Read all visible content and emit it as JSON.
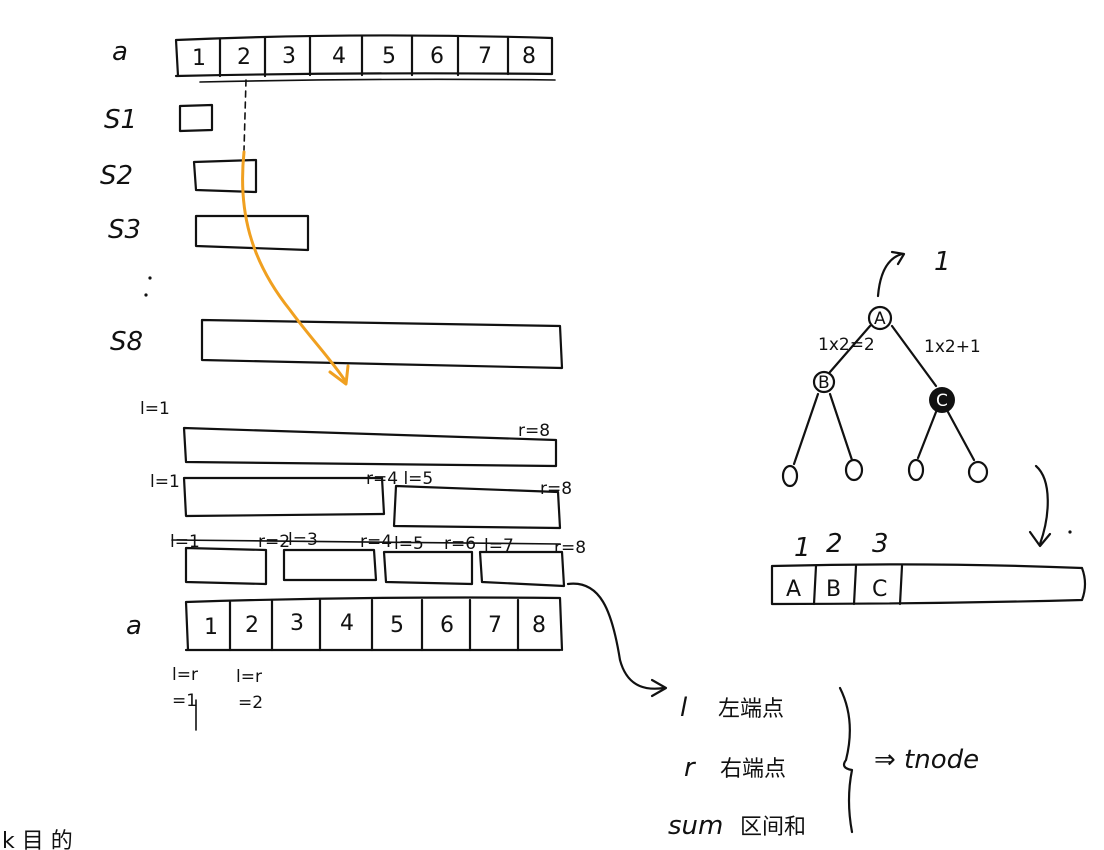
{
  "top_array": {
    "name": "a",
    "cells": [
      "1",
      "2",
      "3",
      "4",
      "5",
      "6",
      "7",
      "8"
    ]
  },
  "prefix_sums": {
    "labels": [
      "S1",
      "S2",
      "S3",
      "S8"
    ]
  },
  "segment_tree": {
    "level0": {
      "l": "l=1",
      "r": "r=8"
    },
    "level1": {
      "l": "l=1",
      "mid": "r=4 l=5",
      "r": "r=8"
    },
    "level2": {
      "l1": "l=1",
      "r1": "r=2",
      "l2": "l=3",
      "r2": "r=4",
      "l3": "l=5",
      "r3": "r=6",
      "l4": "l=7",
      "r4": "r=8"
    },
    "bottom_array": {
      "name": "a",
      "cells": [
        "1",
        "2",
        "3",
        "4",
        "5",
        "6",
        "7",
        "8"
      ]
    },
    "leaf_notes": [
      "l=r",
      "=1",
      "l=r",
      "=2"
    ]
  },
  "tree": {
    "root_index": "1",
    "nodes": [
      "A",
      "B",
      "C"
    ],
    "edge_left": "1x2=2",
    "edge_right": "1x2+1"
  },
  "storage_array": {
    "indices": [
      "1",
      "2",
      "3"
    ],
    "cells": [
      "A",
      "B",
      "C"
    ]
  },
  "tnode": {
    "fields": [
      {
        "name": "l",
        "desc": "左端点"
      },
      {
        "name": "r",
        "desc": "右端点"
      },
      {
        "name": "sum",
        "desc": "区间和"
      }
    ],
    "result": "⇒ tnode"
  },
  "corner_text": "k 目 的"
}
